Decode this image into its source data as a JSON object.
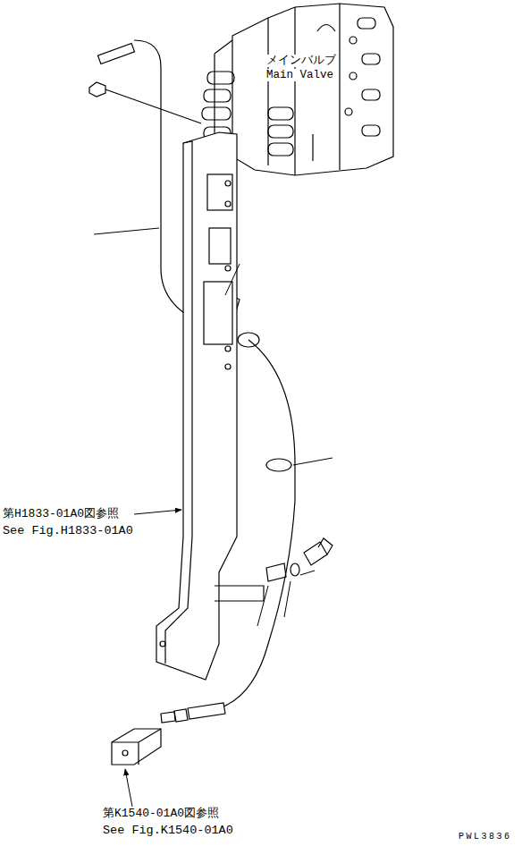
{
  "diagram": {
    "labels": [
      "メインバルブ",
      "Main Valve",
      "第H1833-01A0図参照",
      "See Fig.H1833-01A0",
      "第K1540-01A0図参照",
      "See Fig.K1540-01A0",
      "PWL3836"
    ]
  }
}
